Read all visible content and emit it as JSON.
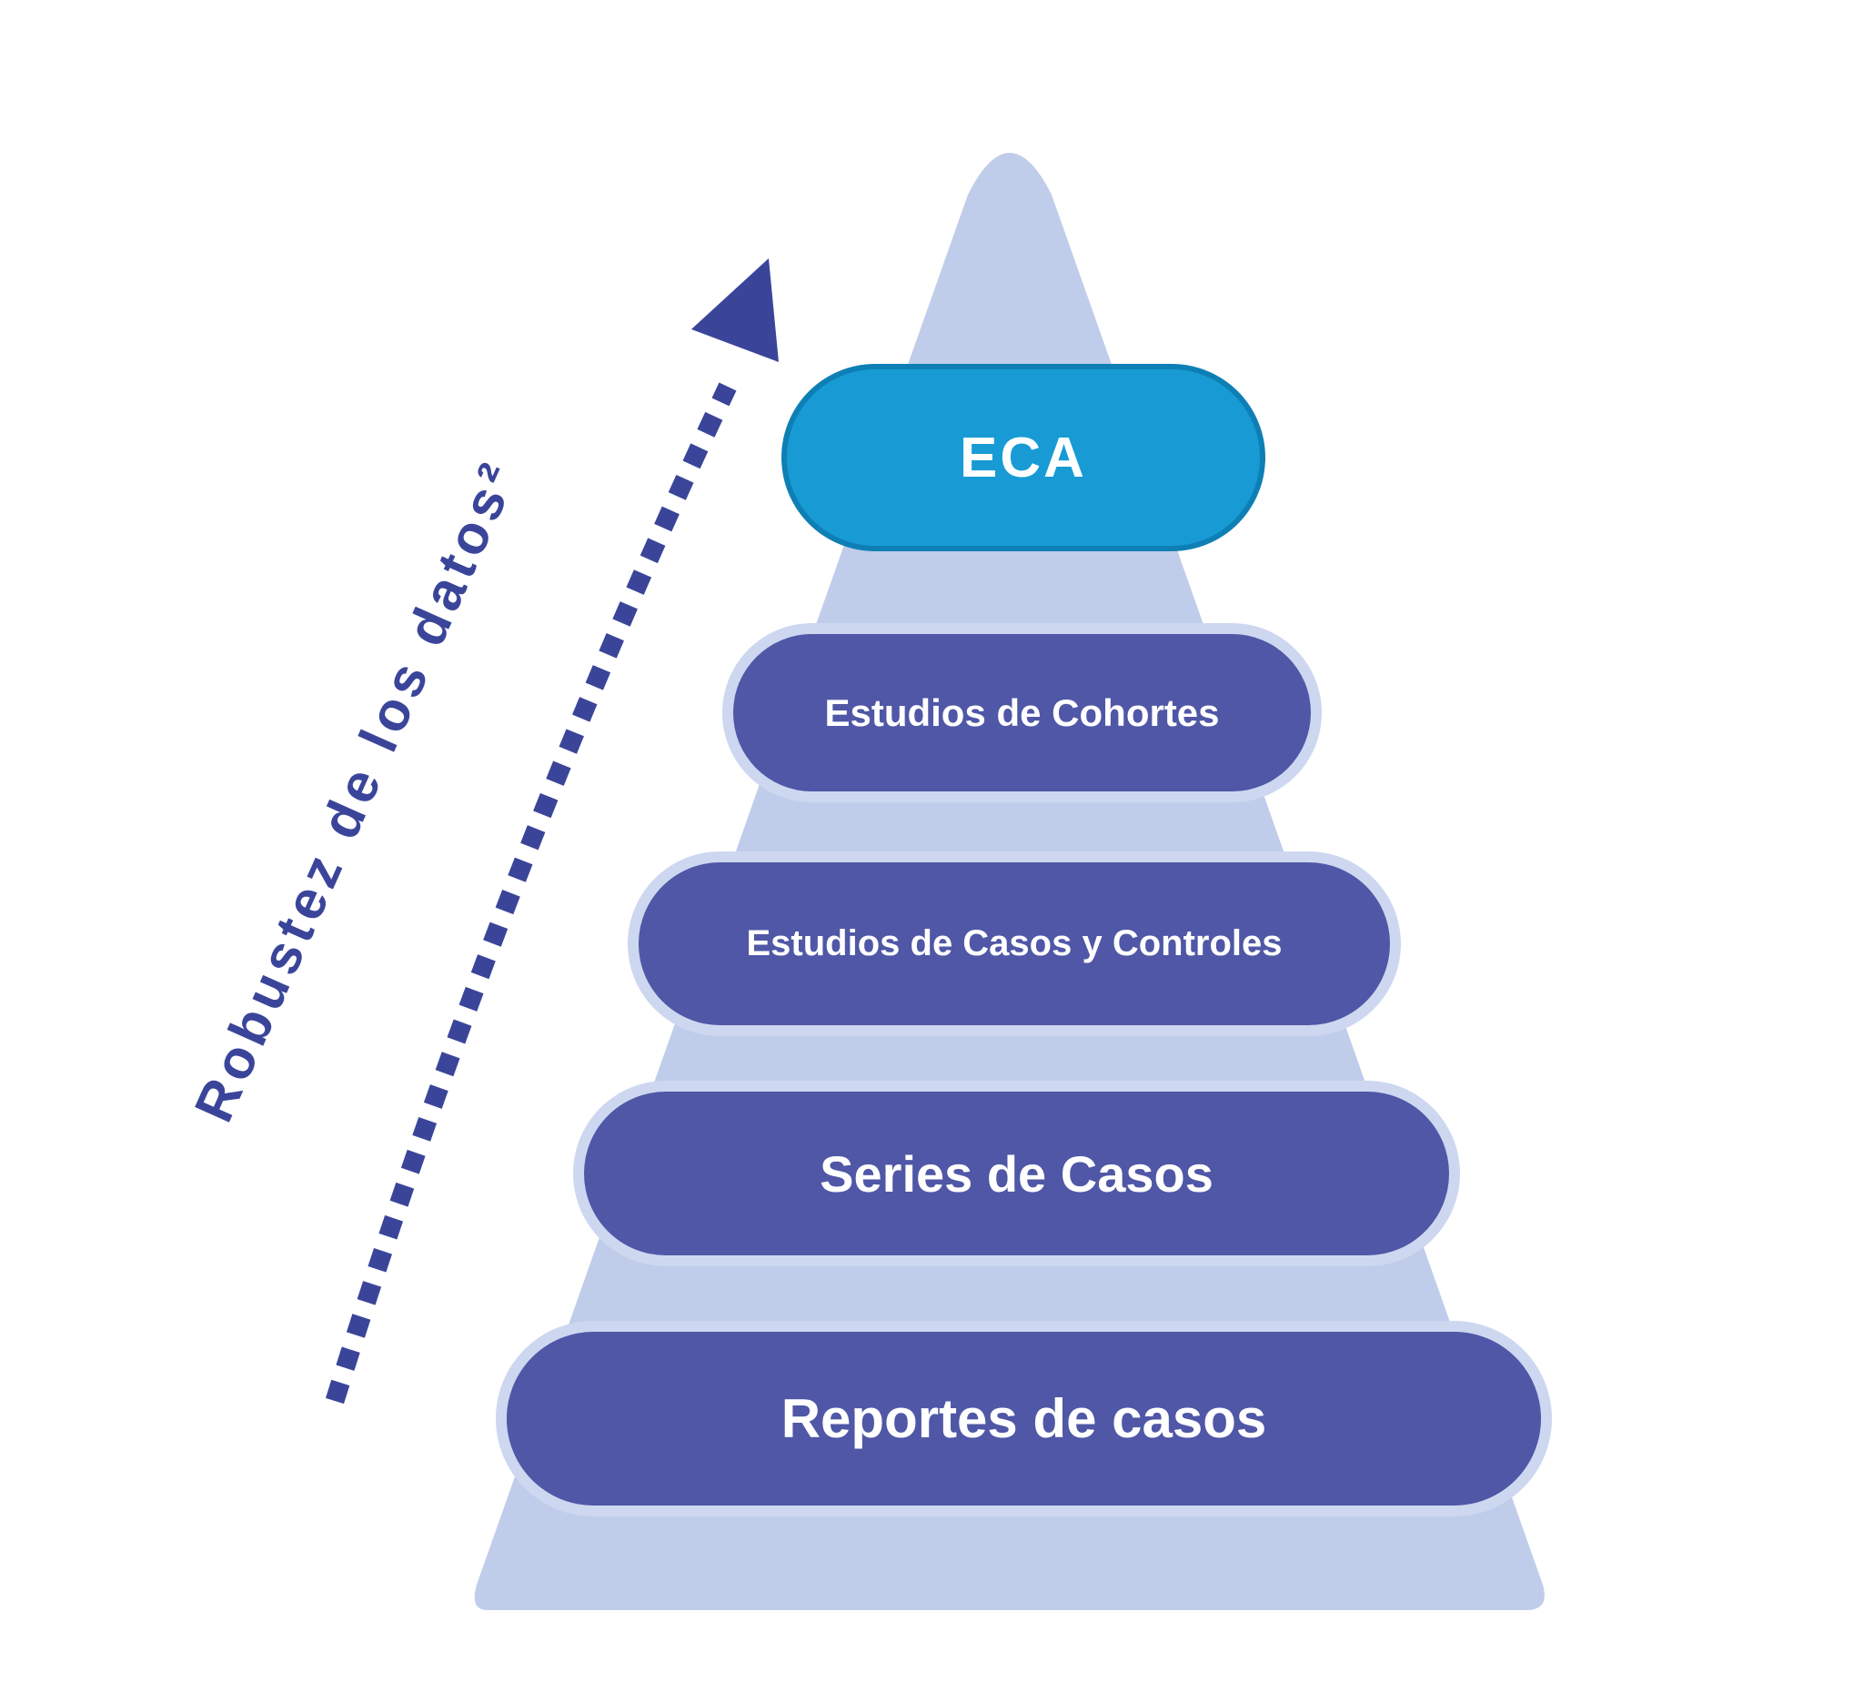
{
  "pyramid": {
    "axis_label": "Robustez de los datos²",
    "levels": [
      {
        "id": "eca",
        "label": "ECA",
        "color": "#189BD5"
      },
      {
        "id": "estudios-cohortes",
        "label": "Estudios de Cohortes",
        "color": "#4F57A6"
      },
      {
        "id": "casos-y-controles",
        "label": "Estudios de Casos y Controles",
        "color": "#4F57A6"
      },
      {
        "id": "series-de-casos",
        "label": "Series de Casos",
        "color": "#4F57A6"
      },
      {
        "id": "reportes-de-casos",
        "label": "Reportes de casos",
        "color": "#4F57A6"
      }
    ],
    "colors": {
      "pyramid_fill": "#C0CDEA",
      "level_dark": "#4F57A6",
      "level_border_light": "#CDD7F0",
      "eca_fill": "#189BD5",
      "eca_rim": "#0E7FB5",
      "arrow": "#3A459A",
      "label_text": "#3A459A",
      "pill_text": "#FFFFFF",
      "background": "#FFFFFF"
    }
  }
}
